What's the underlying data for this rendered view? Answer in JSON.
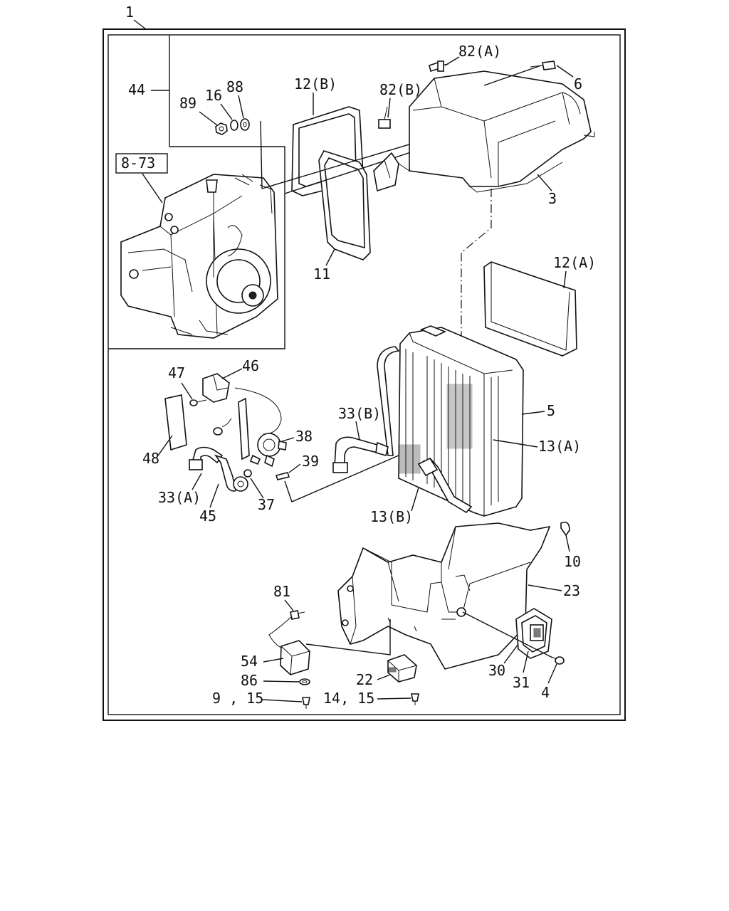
{
  "diagram": {
    "labels": {
      "assembly": "1",
      "p44": "44",
      "p89": "89",
      "p16": "16",
      "p88": "88",
      "p12b": "12(B)",
      "p82b": "82(B)",
      "p82a": "82(A)",
      "p6": "6",
      "p3": "3",
      "ref": "8-73",
      "p11": "11",
      "p12a": "12(A)",
      "p47": "47",
      "p46": "46",
      "p48": "48",
      "p38": "38",
      "p39": "39",
      "p33a": "33(A)",
      "p37": "37",
      "p45": "45",
      "p33b": "33(B)",
      "p5": "5",
      "p13a": "13(A)",
      "p13b": "13(B)",
      "p10": "10",
      "p23": "23",
      "p81": "81",
      "p54": "54",
      "p86": "86",
      "p22": "22",
      "p30": "30",
      "p31": "31",
      "p4": "4",
      "p9_15": "9 , 15",
      "p14_15": "14, 15"
    }
  }
}
